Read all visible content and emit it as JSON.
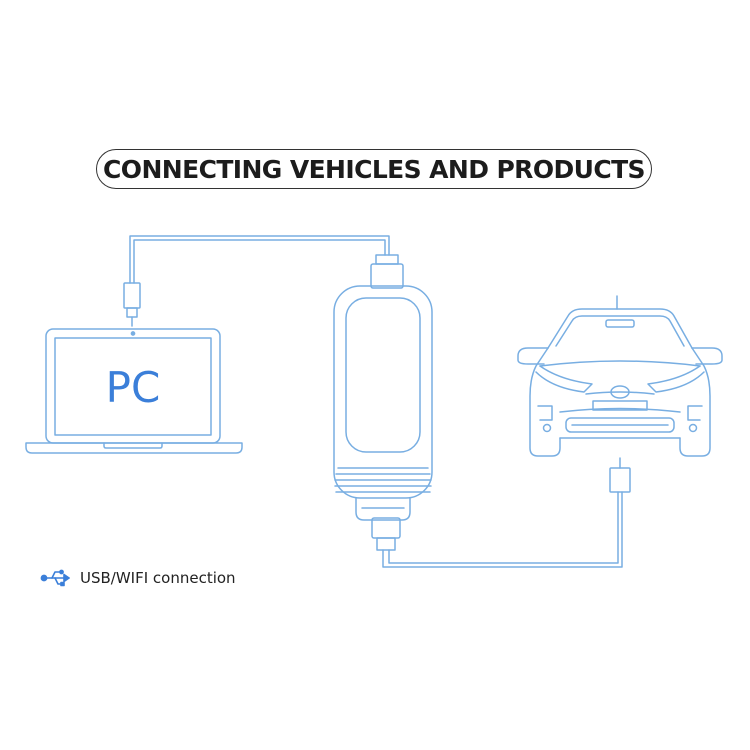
{
  "title": "CONNECTING VEHICLES AND PRODUCTS",
  "nodes": {
    "pc": {
      "label": "PC",
      "icon": "laptop-icon"
    },
    "interface": {
      "icon": "obd-interface-icon"
    },
    "vehicle": {
      "icon": "car-icon"
    }
  },
  "legend": {
    "icon": "usb-icon",
    "label": "USB/WIFI connection"
  },
  "colors": {
    "line": "#6aa8e0",
    "line_light": "#9cc6ee",
    "accent": "#3b7fd9",
    "text": "#1c1c1c"
  }
}
